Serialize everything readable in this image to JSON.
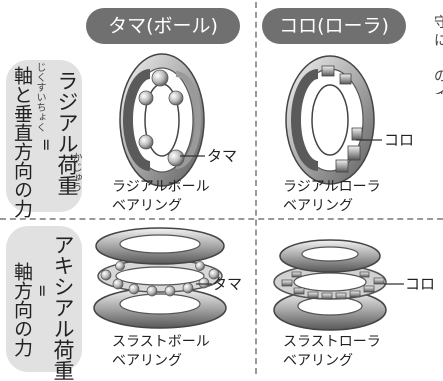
{
  "columns": {
    "ball": {
      "label": "タマ(ボール)"
    },
    "roller": {
      "label": "コロ(ローラ)"
    }
  },
  "rows": {
    "radial": {
      "title": "ラジアル荷重",
      "subtitle": "軸と垂直方向の力",
      "ruby_jikusuichoku": "じくすいちょく",
      "ruby_kaju": "かじゅう",
      "eq": "="
    },
    "axial": {
      "title": "アキシアル荷重",
      "subtitle": "軸方向の力",
      "eq": "="
    }
  },
  "cells": {
    "radial_ball": {
      "pointer": "タマ",
      "caption_line1": "ラジアルボール",
      "caption_line2": "ベアリング"
    },
    "radial_roller": {
      "pointer": "コロ",
      "caption_line1": "ラジアルローラ",
      "caption_line2": "ベアリング"
    },
    "thrust_ball": {
      "pointer": "タマ",
      "caption_line1": "スラストボール",
      "caption_line2": "ベアリング"
    },
    "thrust_roller": {
      "pointer": "コロ",
      "caption_line1": "スラストローラ",
      "caption_line2": "ベアリング"
    }
  },
  "edge_text": [
    "守",
    "に",
    "の",
    "イ"
  ]
}
